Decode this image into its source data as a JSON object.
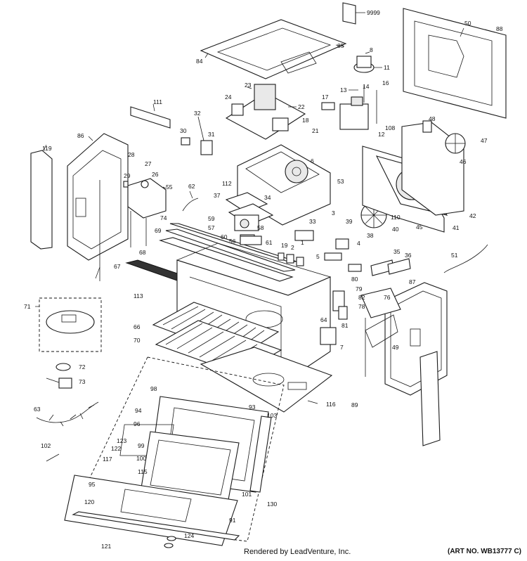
{
  "footer": {
    "credit": "Rendered by LeadVenture, Inc.",
    "art_number": "(ART NO. WB13777 C)"
  },
  "callouts": [
    "9999",
    "50",
    "88",
    "85",
    "84",
    "8",
    "11",
    "14",
    "13",
    "16",
    "23",
    "24",
    "22",
    "18",
    "111",
    "32",
    "30",
    "31",
    "17",
    "12",
    "108",
    "21",
    "48",
    "47",
    "46",
    "86",
    "119",
    "28",
    "27",
    "26",
    "29",
    "55",
    "6",
    "62",
    "53",
    "112",
    "37",
    "34",
    "59",
    "57",
    "58",
    "60",
    "56",
    "74",
    "69",
    "33",
    "3",
    "39",
    "110",
    "4",
    "38",
    "40",
    "45",
    "42",
    "41",
    "2",
    "1",
    "19",
    "61",
    "68",
    "67",
    "5",
    "35",
    "36",
    "51",
    "80",
    "79",
    "82",
    "78",
    "76",
    "81",
    "87",
    "113",
    "71",
    "66",
    "70",
    "64",
    "7",
    "49",
    "72",
    "73",
    "116",
    "89",
    "98",
    "93",
    "103",
    "94",
    "96",
    "123",
    "99",
    "122",
    "100",
    "117",
    "115",
    "95",
    "101",
    "130",
    "120",
    "91",
    "121",
    "124",
    "63",
    "102"
  ]
}
